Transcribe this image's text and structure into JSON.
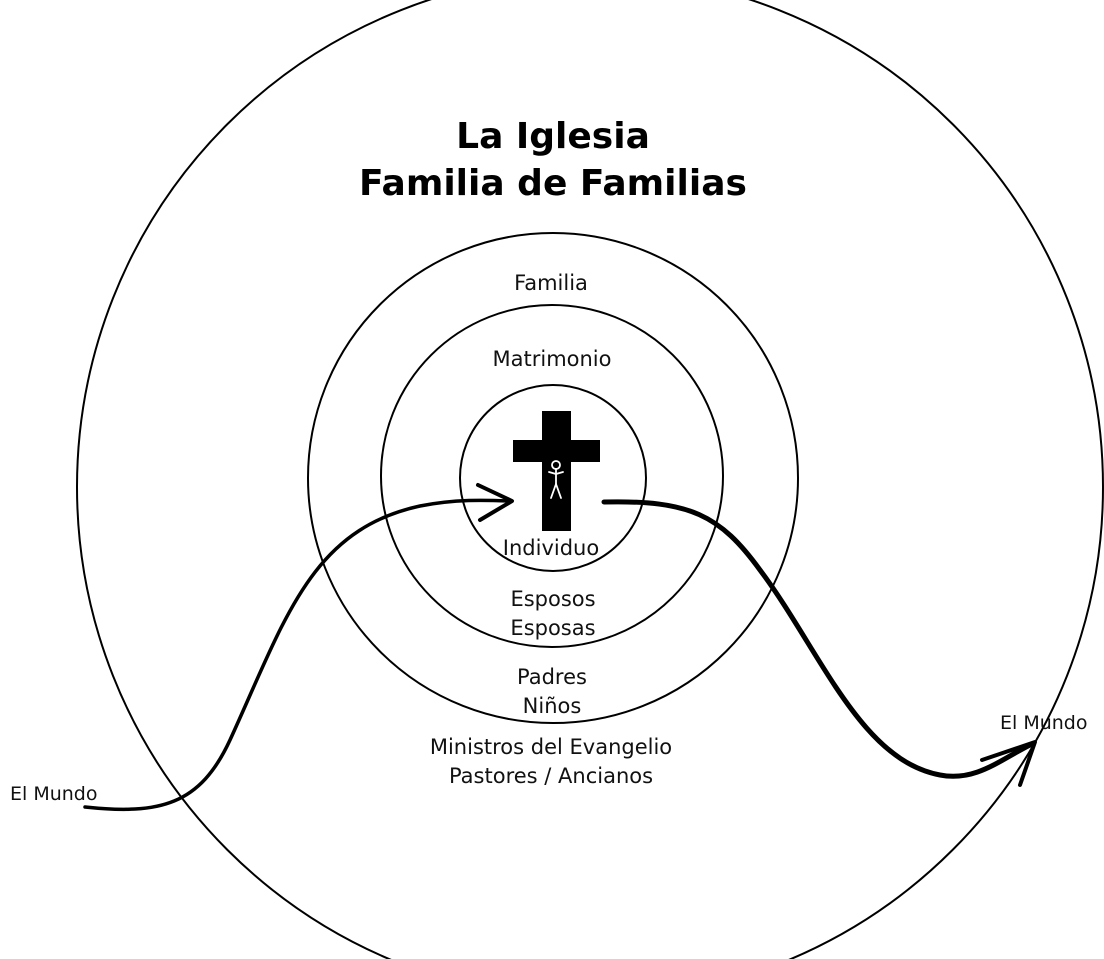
{
  "title": {
    "line1": "La Iglesia",
    "line2": "Familia de Familias"
  },
  "rings": {
    "familia": "Familia",
    "matrimonio": "Matrimonio"
  },
  "center": {
    "individuo": "Individuo"
  },
  "groups": {
    "esposos": "Esposos",
    "esposas": "Esposas",
    "padres": "Padres",
    "ninos": "Niños",
    "ministros": "Ministros del Evangelio",
    "pastores": "Pastores / Ancianos"
  },
  "world": {
    "left": "El Mundo",
    "right": "El Mundo"
  },
  "colors": {
    "ink": "#000000",
    "background": "#ffffff"
  },
  "icons": [
    "cross-icon",
    "crucified-figure-icon"
  ]
}
